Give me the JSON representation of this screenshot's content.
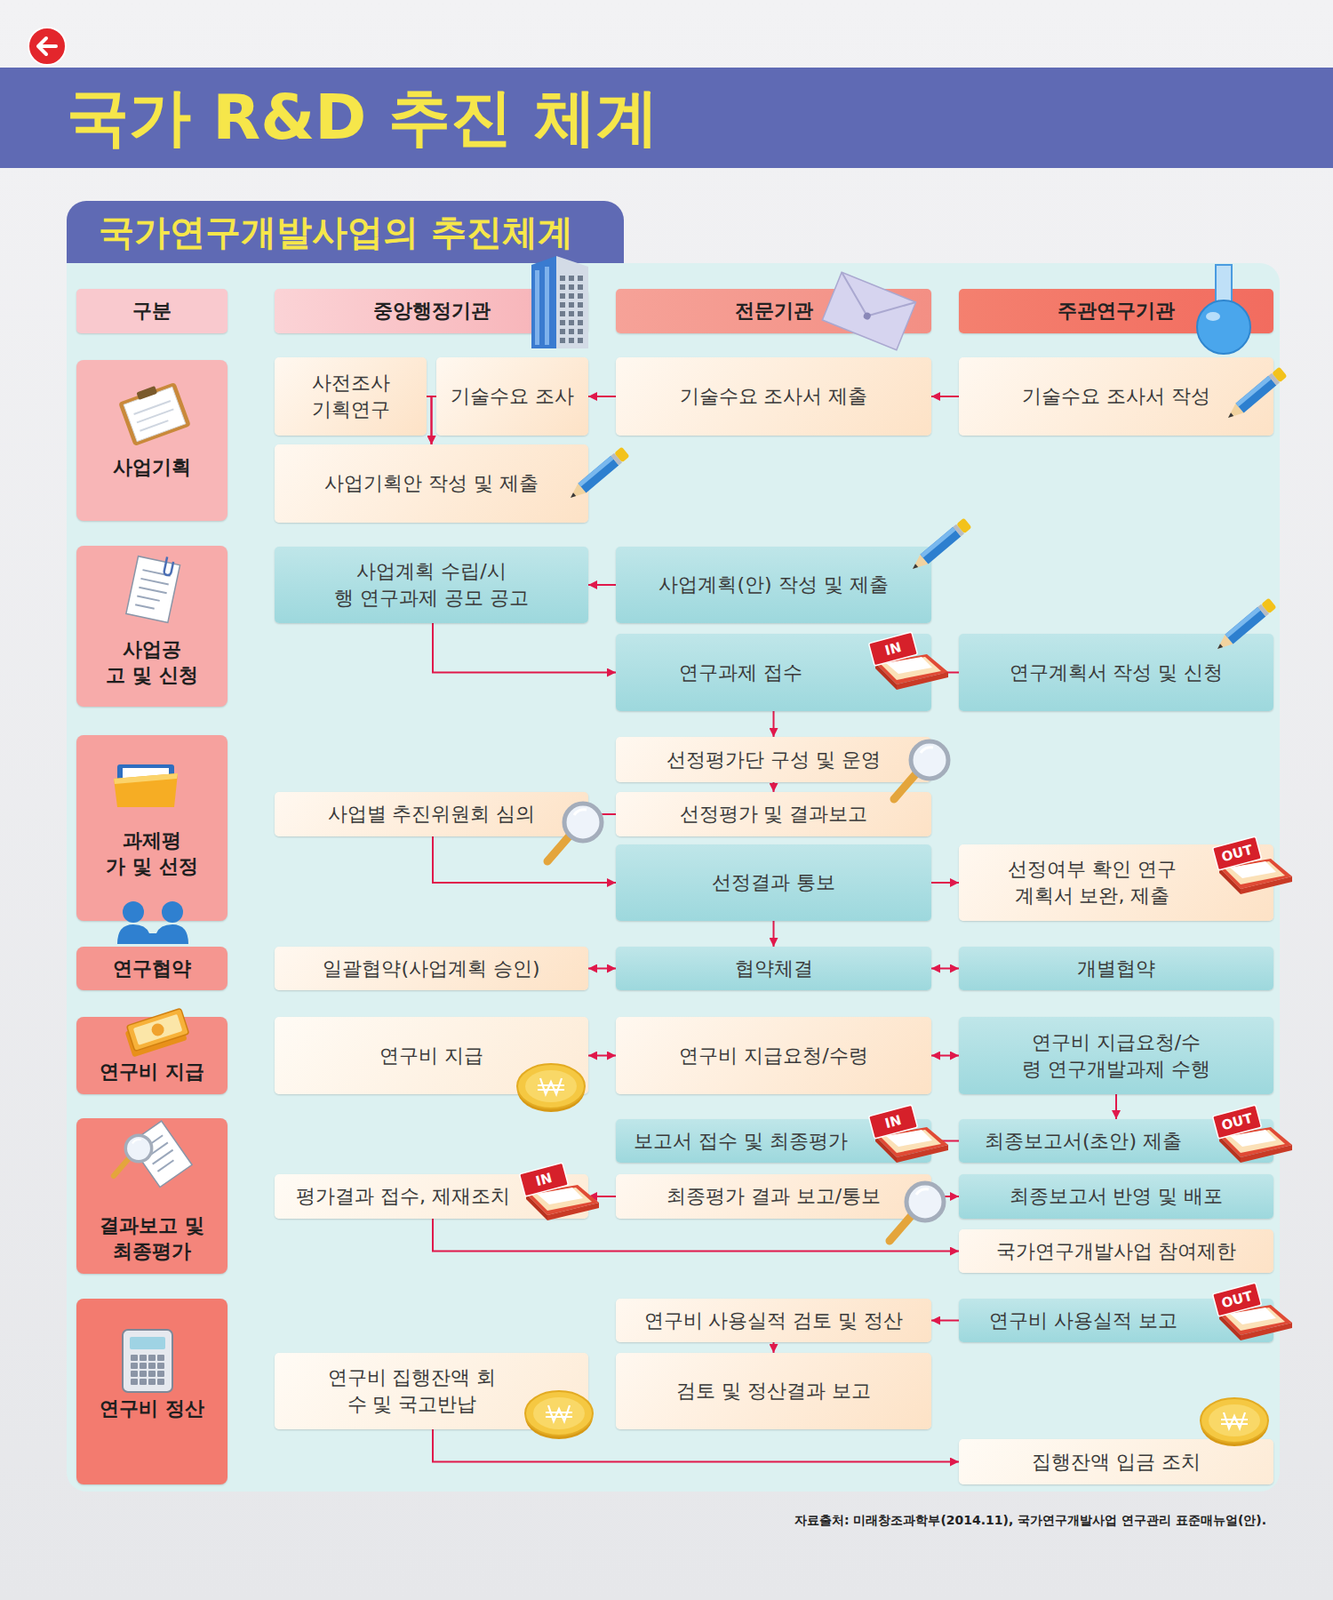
{
  "diagram": {
    "title": "국가 R&D 추진 체계",
    "caption": "자료출처: 미래창조과학부(2014.11), 국가연구개발사업 연구관리 표준매뉴얼(안).",
    "nodes": [
      {
        "text": [
          "국가연구개발사업의 추진체계"
        ]
      },
      {
        "text": [
          "구분"
        ]
      },
      {
        "text": [
          "중앙행정기관"
        ]
      },
      {
        "text": [
          "전문기관"
        ]
      },
      {
        "text": [
          "주관연구기관"
        ]
      },
      {
        "text": [
          "사업기획"
        ]
      },
      {
        "text": [
          "사전조사 기획연구"
        ]
      },
      {
        "text": [
          "기술수요 조사"
        ]
      },
      {
        "text": [
          "기술수요 조사서 제출"
        ]
      },
      {
        "text": [
          "기술수요 조사서 작성"
        ]
      },
      {
        "text": [
          "사업기획안 작성 및 제출"
        ]
      },
      {
        "text": [
          "사업공고 및 신청"
        ]
      },
      {
        "text": [
          "사업계획 수립/시행 연구과제 공모 공고"
        ]
      },
      {
        "text": [
          "사업계획(안) 작성 및 제출"
        ]
      },
      {
        "text": [
          "연구과제 접수"
        ]
      },
      {
        "text": [
          "연구계획서 작성 및 신청"
        ]
      },
      {
        "text": [
          "과제평가 및 선정"
        ]
      },
      {
        "text": [
          "선정평가단 구성 및 운영"
        ]
      },
      {
        "text": [
          "사업별 추진위원회 심의"
        ]
      },
      {
        "text": [
          "선정평가 및 결과보고"
        ]
      },
      {
        "text": [
          "선정결과 통보"
        ]
      },
      {
        "text": [
          "선정여부 확인 연구계획서 보완, 제출"
        ]
      },
      {
        "text": [
          "연구협약"
        ]
      },
      {
        "text": [
          "일괄협약(사업계획 승인)"
        ]
      },
      {
        "text": [
          "협약체결"
        ]
      },
      {
        "text": [
          "개별협약"
        ]
      },
      {
        "text": [
          "연구비 지급"
        ]
      },
      {
        "text": [
          "연구비 지급"
        ]
      },
      {
        "text": [
          "연구비 지급요청/수령"
        ]
      },
      {
        "text": [
          "연구비 지급요청/수령 연구개발과제 수행"
        ]
      },
      {
        "text": [
          "결과보고 및 최종평가"
        ]
      },
      {
        "text": [
          "보고서 접수 및 최종평가"
        ]
      },
      {
        "text": [
          "최종보고서(초안) 제출"
        ]
      },
      {
        "text": [
          "평가결과 접수, 제재조치"
        ]
      },
      {
        "text": [
          "최종평가 결과 보고/통보"
        ]
      },
      {
        "text": [
          "최종보고서 반영 및 배포"
        ]
      },
      {
        "text": [
          "국가연구개발사업 참여제한"
        ]
      },
      {
        "text": [
          "연구비 정산"
        ]
      },
      {
        "text": [
          "연구비 사용실적 검토 및 정산"
        ]
      },
      {
        "text": [
          "연구비 사용실적 보고"
        ]
      },
      {
        "text": [
          "연구비 집행잔액 회수 및 국고반납"
        ]
      },
      {
        "text": [
          "검토 및 정산결과 보고"
        ]
      },
      {
        "text": [
          "집행잔액 입금 조치"
        ]
      }
    ],
    "edges": [
      {
        "from": 9,
        "to": 8,
        "arrow": "to"
      },
      {
        "from": 8,
        "to": 7,
        "arrow": "to"
      },
      {
        "from": 6,
        "to": 10,
        "arrow": "to"
      },
      {
        "from": 7,
        "to": 10,
        "arrow": "to"
      },
      {
        "from": 13,
        "to": 12,
        "arrow": "to"
      },
      {
        "from": 12,
        "to": 14,
        "arrow": "to"
      },
      {
        "from": 15,
        "to": 14,
        "arrow": "none"
      },
      {
        "from": 14,
        "to": 17,
        "arrow": "to"
      },
      {
        "from": 17,
        "to": 19,
        "arrow": "to"
      },
      {
        "from": 19,
        "to": 18,
        "arrow": "none"
      },
      {
        "from": 18,
        "to": 20,
        "arrow": "to"
      },
      {
        "from": 20,
        "to": 21,
        "arrow": "to"
      },
      {
        "from": 20,
        "to": 24,
        "arrow": "to"
      },
      {
        "from": 23,
        "to": 24,
        "arrow": "both"
      },
      {
        "from": 24,
        "to": 25,
        "arrow": "both"
      },
      {
        "from": 27,
        "to": 28,
        "arrow": "both"
      },
      {
        "from": 28,
        "to": 29,
        "arrow": "both"
      },
      {
        "from": 29,
        "to": 32,
        "arrow": "to"
      },
      {
        "from": 32,
        "to": 31,
        "arrow": "none"
      },
      {
        "from": 34,
        "to": 33,
        "arrow": "to"
      },
      {
        "from": 34,
        "to": 35,
        "arrow": "to"
      },
      {
        "from": 33,
        "to": 36,
        "arrow": "to"
      },
      {
        "from": 39,
        "to": 38,
        "arrow": "to"
      },
      {
        "from": 38,
        "to": 41,
        "arrow": "to"
      },
      {
        "from": 40,
        "to": 42,
        "arrow": "to"
      }
    ],
    "labels": [
      "IN",
      "OUT",
      "IN",
      "OUT",
      "IN",
      "OUT"
    ]
  }
}
